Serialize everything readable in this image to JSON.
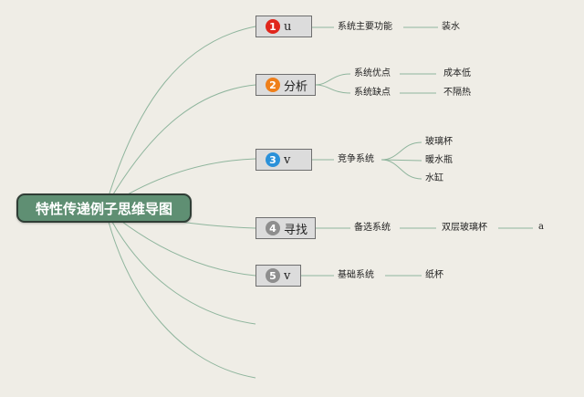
{
  "root": {
    "title": "特性传递例子思维导图"
  },
  "colors": {
    "line": "#8fb59d",
    "root_fill": "#5f8f73",
    "badge_1": "#e0261c",
    "badge_2": "#ef7f1a",
    "badge_3": "#2b91d9",
    "badge_4": "#8e8e8e",
    "badge_5": "#8e8e8e"
  },
  "branches": [
    {
      "num": "1",
      "label": "u",
      "children": [
        {
          "label": "系统主要功能",
          "children": [
            "装水"
          ]
        }
      ]
    },
    {
      "num": "2",
      "label": "分析",
      "children": [
        {
          "label": "系统优点",
          "children": [
            "成本低"
          ]
        },
        {
          "label": "系统缺点",
          "children": [
            "不隔热"
          ]
        }
      ]
    },
    {
      "num": "3",
      "label": "v",
      "children": [
        {
          "label": "竞争系统",
          "children": [
            "玻璃杯",
            "暖水瓶",
            "水缸"
          ]
        }
      ]
    },
    {
      "num": "4",
      "label": "寻找",
      "children": [
        {
          "label": "备选系统",
          "children": [
            {
              "label": "双层玻璃杯",
              "children": [
                "a"
              ]
            }
          ]
        }
      ]
    },
    {
      "num": "5",
      "label": "v",
      "children": [
        {
          "label": "基础系统",
          "children": [
            "纸杯"
          ]
        }
      ]
    }
  ]
}
